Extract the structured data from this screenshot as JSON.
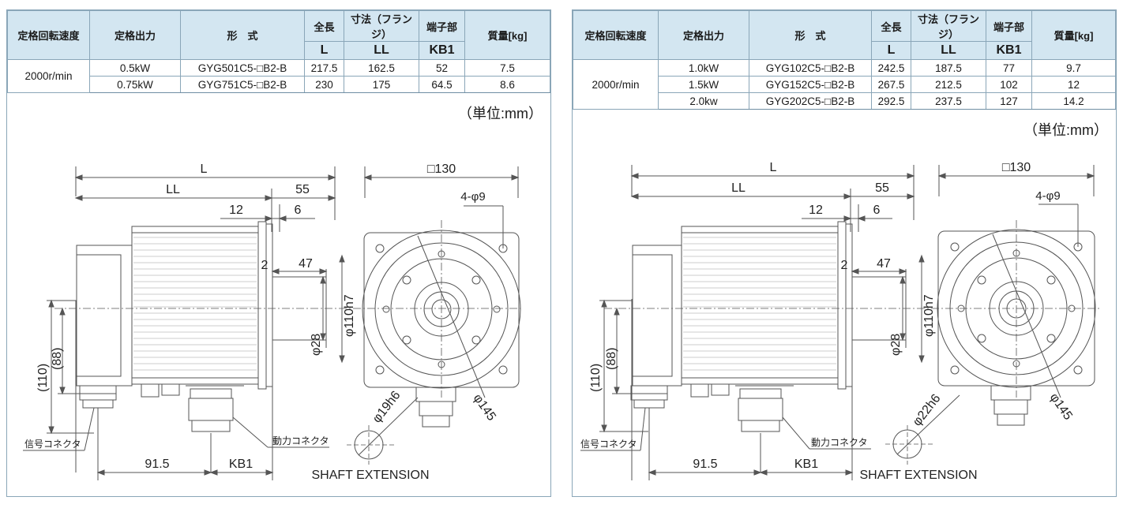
{
  "left": {
    "headers": {
      "speed": "定格回転速度",
      "output": "定格出力",
      "model": "形　式",
      "length": "全長",
      "flange": "寸法（フランジ）",
      "terminal": "端子部",
      "mass": "質量[kg]",
      "sub_length": "L",
      "sub_flange": "LL",
      "sub_terminal": "KB1"
    },
    "speed": "2000r/min",
    "rows": [
      {
        "output": "0.5kW",
        "model": "GYG501C5-□B2-B",
        "l": "217.5",
        "ll": "162.5",
        "kb1": "52",
        "mass": "7.5"
      },
      {
        "output": "0.75kW",
        "model": "GYG751C5-□B2-B",
        "l": "230",
        "ll": "175",
        "kb1": "64.5",
        "mass": "8.6"
      }
    ],
    "unit": "（単位:mm）",
    "drawing": {
      "l": "L",
      "ll": "LL",
      "d55": "55",
      "d12": "12",
      "d6": "6",
      "d2": "2",
      "d47": "47",
      "d130": "□130",
      "holes": "4-φ9",
      "d110": "φ110h7",
      "d28": "φ28",
      "d110p": "(110)",
      "d88": "(88)",
      "shaft_d": "φ19h6",
      "d145": "φ145",
      "signal": "信号コネクタ",
      "power": "動力コネクタ",
      "d915": "91.5",
      "kb1": "KB1",
      "shaft": "SHAFT EXTENSION"
    }
  },
  "right": {
    "headers": {
      "speed": "定格回転速度",
      "output": "定格出力",
      "model": "形　式",
      "length": "全長",
      "flange": "寸法（フランジ）",
      "terminal": "端子部",
      "mass": "質量[kg]",
      "sub_length": "L",
      "sub_flange": "LL",
      "sub_terminal": "KB1"
    },
    "speed": "2000r/min",
    "rows": [
      {
        "output": "1.0kW",
        "model": "GYG102C5-□B2-B",
        "l": "242.5",
        "ll": "187.5",
        "kb1": "77",
        "mass": "9.7"
      },
      {
        "output": "1.5kW",
        "model": "GYG152C5-□B2-B",
        "l": "267.5",
        "ll": "212.5",
        "kb1": "102",
        "mass": "12"
      },
      {
        "output": "2.0kw",
        "model": "GYG202C5-□B2-B",
        "l": "292.5",
        "ll": "237.5",
        "kb1": "127",
        "mass": "14.2"
      }
    ],
    "unit": "（単位:mm）",
    "drawing": {
      "l": "L",
      "ll": "LL",
      "d55": "55",
      "d12": "12",
      "d6": "6",
      "d2": "2",
      "d47": "47",
      "d130": "□130",
      "holes": "4-φ9",
      "d110": "φ110h7",
      "d28": "φ28",
      "d110p": "(110)",
      "d88": "(88)",
      "shaft_d": "φ22h6",
      "d145": "φ145",
      "signal": "信号コネクタ",
      "power": "動力コネクタ",
      "d915": "91.5",
      "kb1": "KB1",
      "shaft": "SHAFT EXTENSION"
    }
  },
  "colors": {
    "header_bg": "#d3e6f1",
    "border": "#8aa6b8",
    "line": "#555555"
  }
}
